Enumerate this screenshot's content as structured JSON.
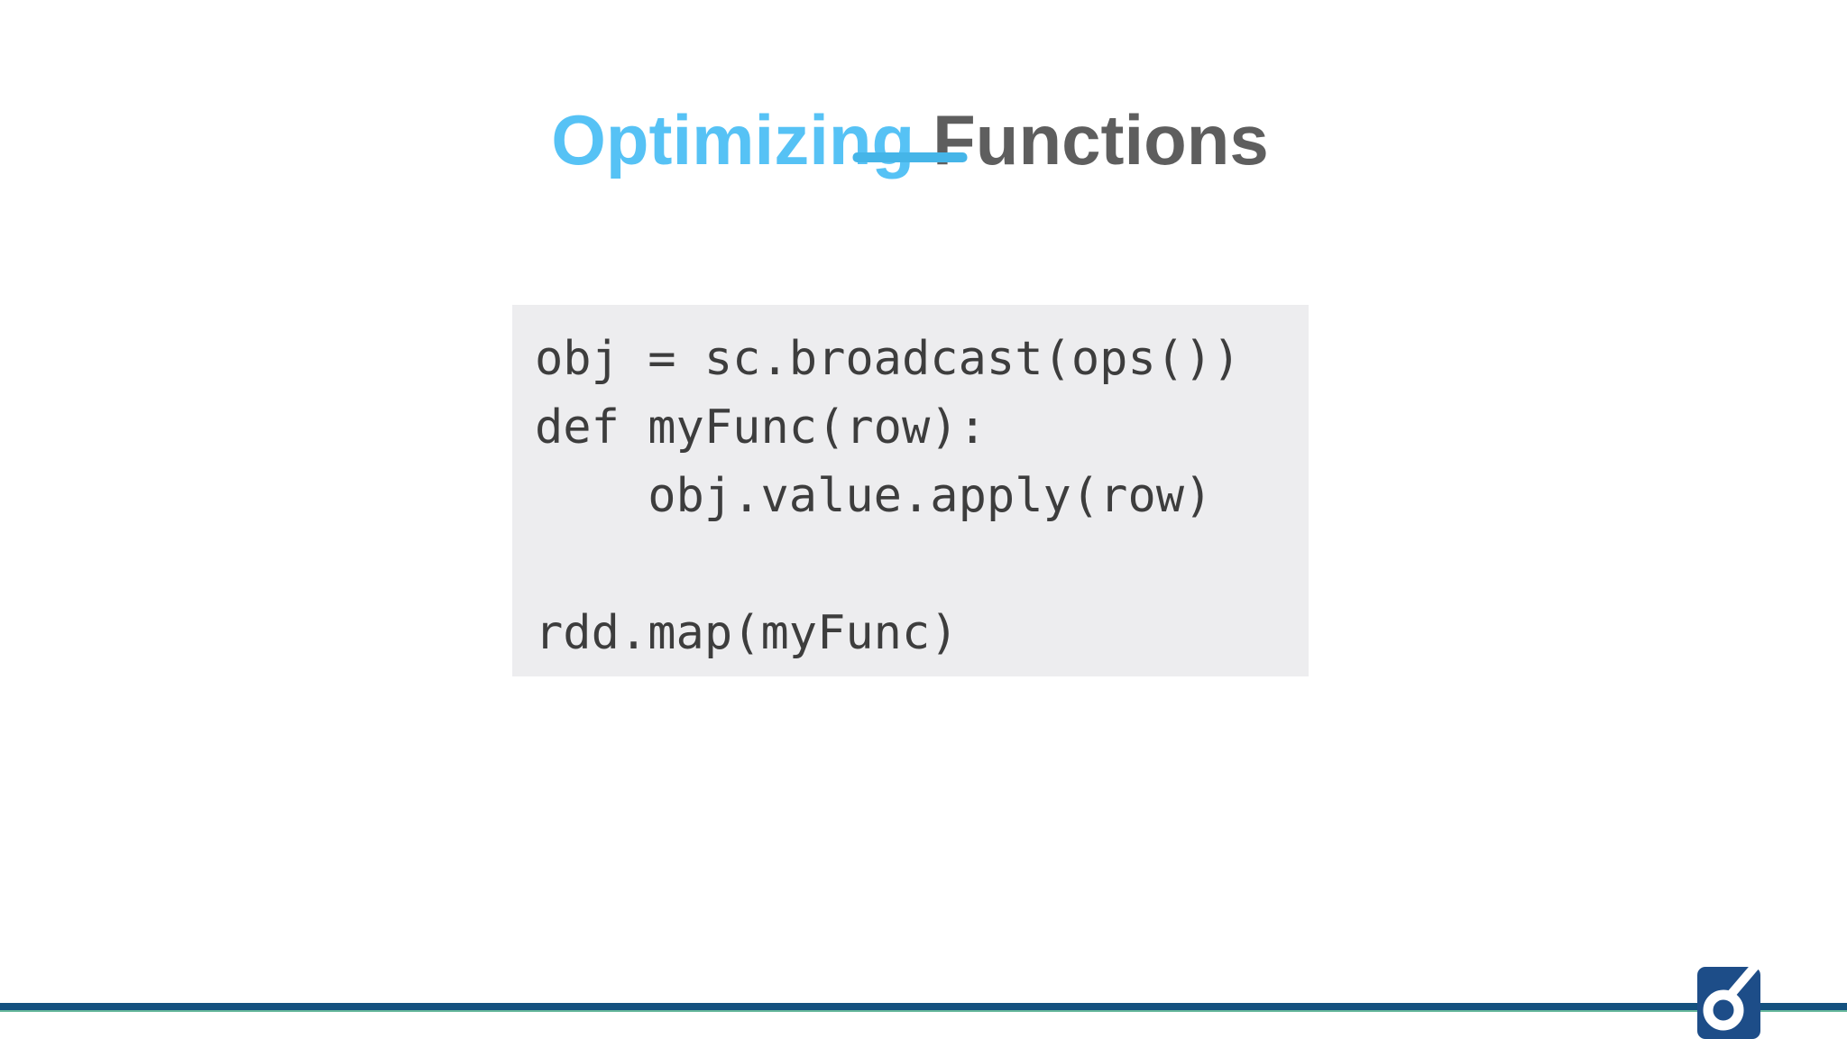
{
  "slide": {
    "title": {
      "highlight": "Optimizing",
      "rest": "Functions"
    },
    "code": {
      "lines": [
        "obj = sc.broadcast(ops())",
        "def myFunc(row):",
        "    obj.value.apply(row)",
        "",
        "rdd.map(myFunc)"
      ]
    },
    "colors": {
      "title_highlight": "#56c2f5",
      "title_rest": "#5e5e5e",
      "title_underline": "#45b5e8",
      "code_background": "#ededef",
      "code_text": "#3d3d3d",
      "footer_rule": "#14517f",
      "footer_rule_accent": "#68b99c",
      "logo_background": "#1d4d88",
      "logo_glyph": "#ffffff"
    },
    "footer": {
      "logo_icon": "company-logo-o-slash-icon"
    }
  }
}
